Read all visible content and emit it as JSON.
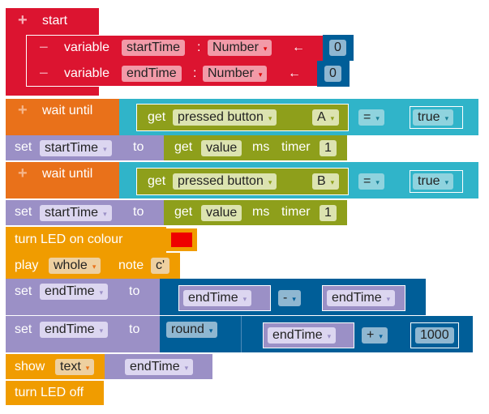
{
  "start": {
    "plus": "+",
    "label": "start",
    "vars": [
      {
        "minus": "−",
        "kw": "variable",
        "name": "startTime",
        "colon": ":",
        "type": "Number",
        "arrow": "←",
        "value": "0"
      },
      {
        "minus": "−",
        "kw": "variable",
        "name": "endTime",
        "colon": ":",
        "type": "Number",
        "arrow": "←",
        "value": "0"
      }
    ]
  },
  "wait": [
    {
      "label": "wait until",
      "get": "get",
      "prop": "pressed  button",
      "btn": "A",
      "op": "=",
      "val": "true"
    },
    {
      "label": "wait until",
      "get": "get",
      "prop": "pressed  button",
      "btn": "B",
      "op": "=",
      "val": "true"
    }
  ],
  "setStart": {
    "set": "set",
    "var": "startTime",
    "to": "to",
    "get": "get",
    "value": "value",
    "ms": "ms",
    "timer": "timer",
    "num": "1"
  },
  "led": {
    "label": "turn LED on  colour",
    "color": "#ee0000"
  },
  "play": {
    "play": "play",
    "dur": "whole",
    "note_lbl": "note",
    "note": "c'"
  },
  "set1": {
    "set": "set",
    "var": "endTime",
    "to": "to",
    "a": "endTime",
    "op": "-",
    "b": "endTime"
  },
  "set2": {
    "set": "set",
    "var": "endTime",
    "to": "to",
    "fn": "round",
    "a": "endTime",
    "op": "+",
    "b": "1000"
  },
  "show": {
    "show": "show",
    "type": "text",
    "var": "endTime"
  },
  "off": {
    "label": "turn LED off"
  },
  "plus": "+",
  "arrow": "▾"
}
